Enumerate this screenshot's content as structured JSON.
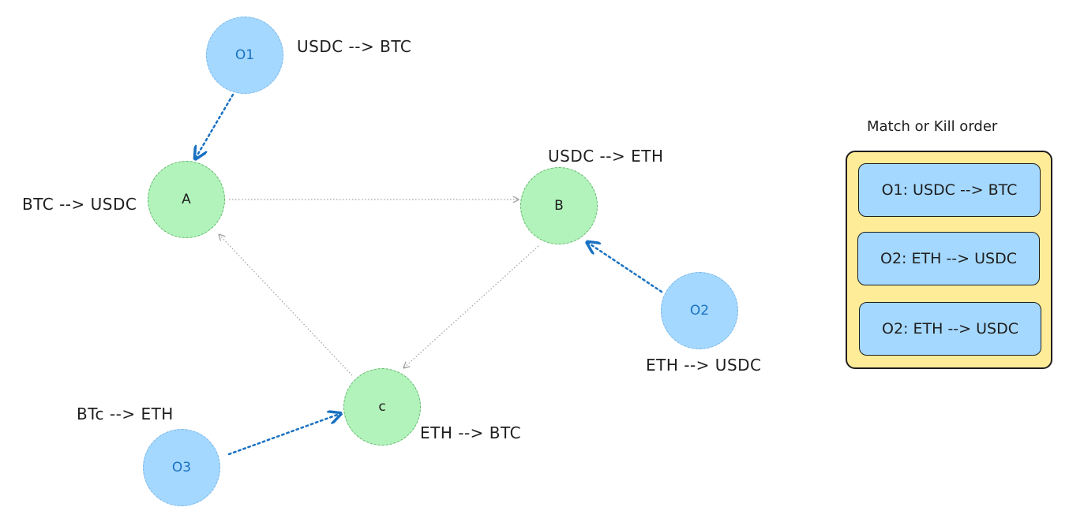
{
  "colors": {
    "order_fill": "#a5d8ff",
    "order_stroke": "#74b3e6",
    "order_text": "#1971c2",
    "pool_fill": "#b2f2bb",
    "pool_stroke": "#5fb56b",
    "panel_fill": "#ffec99",
    "order_edge": "#1971c2",
    "pool_edge": "#a0a0a0"
  },
  "diagram": {
    "orders": [
      {
        "id": "O1",
        "label": "USDC --> BTC"
      },
      {
        "id": "O2",
        "label": "ETH --> USDC"
      },
      {
        "id": "O3",
        "label": "BTc --> ETH"
      }
    ],
    "pools": [
      {
        "id": "A",
        "label": "BTC --> USDC"
      },
      {
        "id": "B",
        "label": "USDC --> ETH"
      },
      {
        "id": "c",
        "label": "ETH --> BTC"
      }
    ],
    "edges": [
      {
        "from": "O1",
        "to": "A",
        "style": "order"
      },
      {
        "from": "O2",
        "to": "B",
        "style": "order"
      },
      {
        "from": "O3",
        "to": "c",
        "style": "order"
      },
      {
        "from": "A",
        "to": "B",
        "style": "pool"
      },
      {
        "from": "B",
        "to": "c",
        "style": "pool"
      },
      {
        "from": "c",
        "to": "A",
        "style": "pool"
      }
    ]
  },
  "panel": {
    "title": "Match or Kill order",
    "items": [
      "O1: USDC --> BTC",
      "O2: ETH --> USDC",
      "O2: ETH --> USDC"
    ]
  }
}
